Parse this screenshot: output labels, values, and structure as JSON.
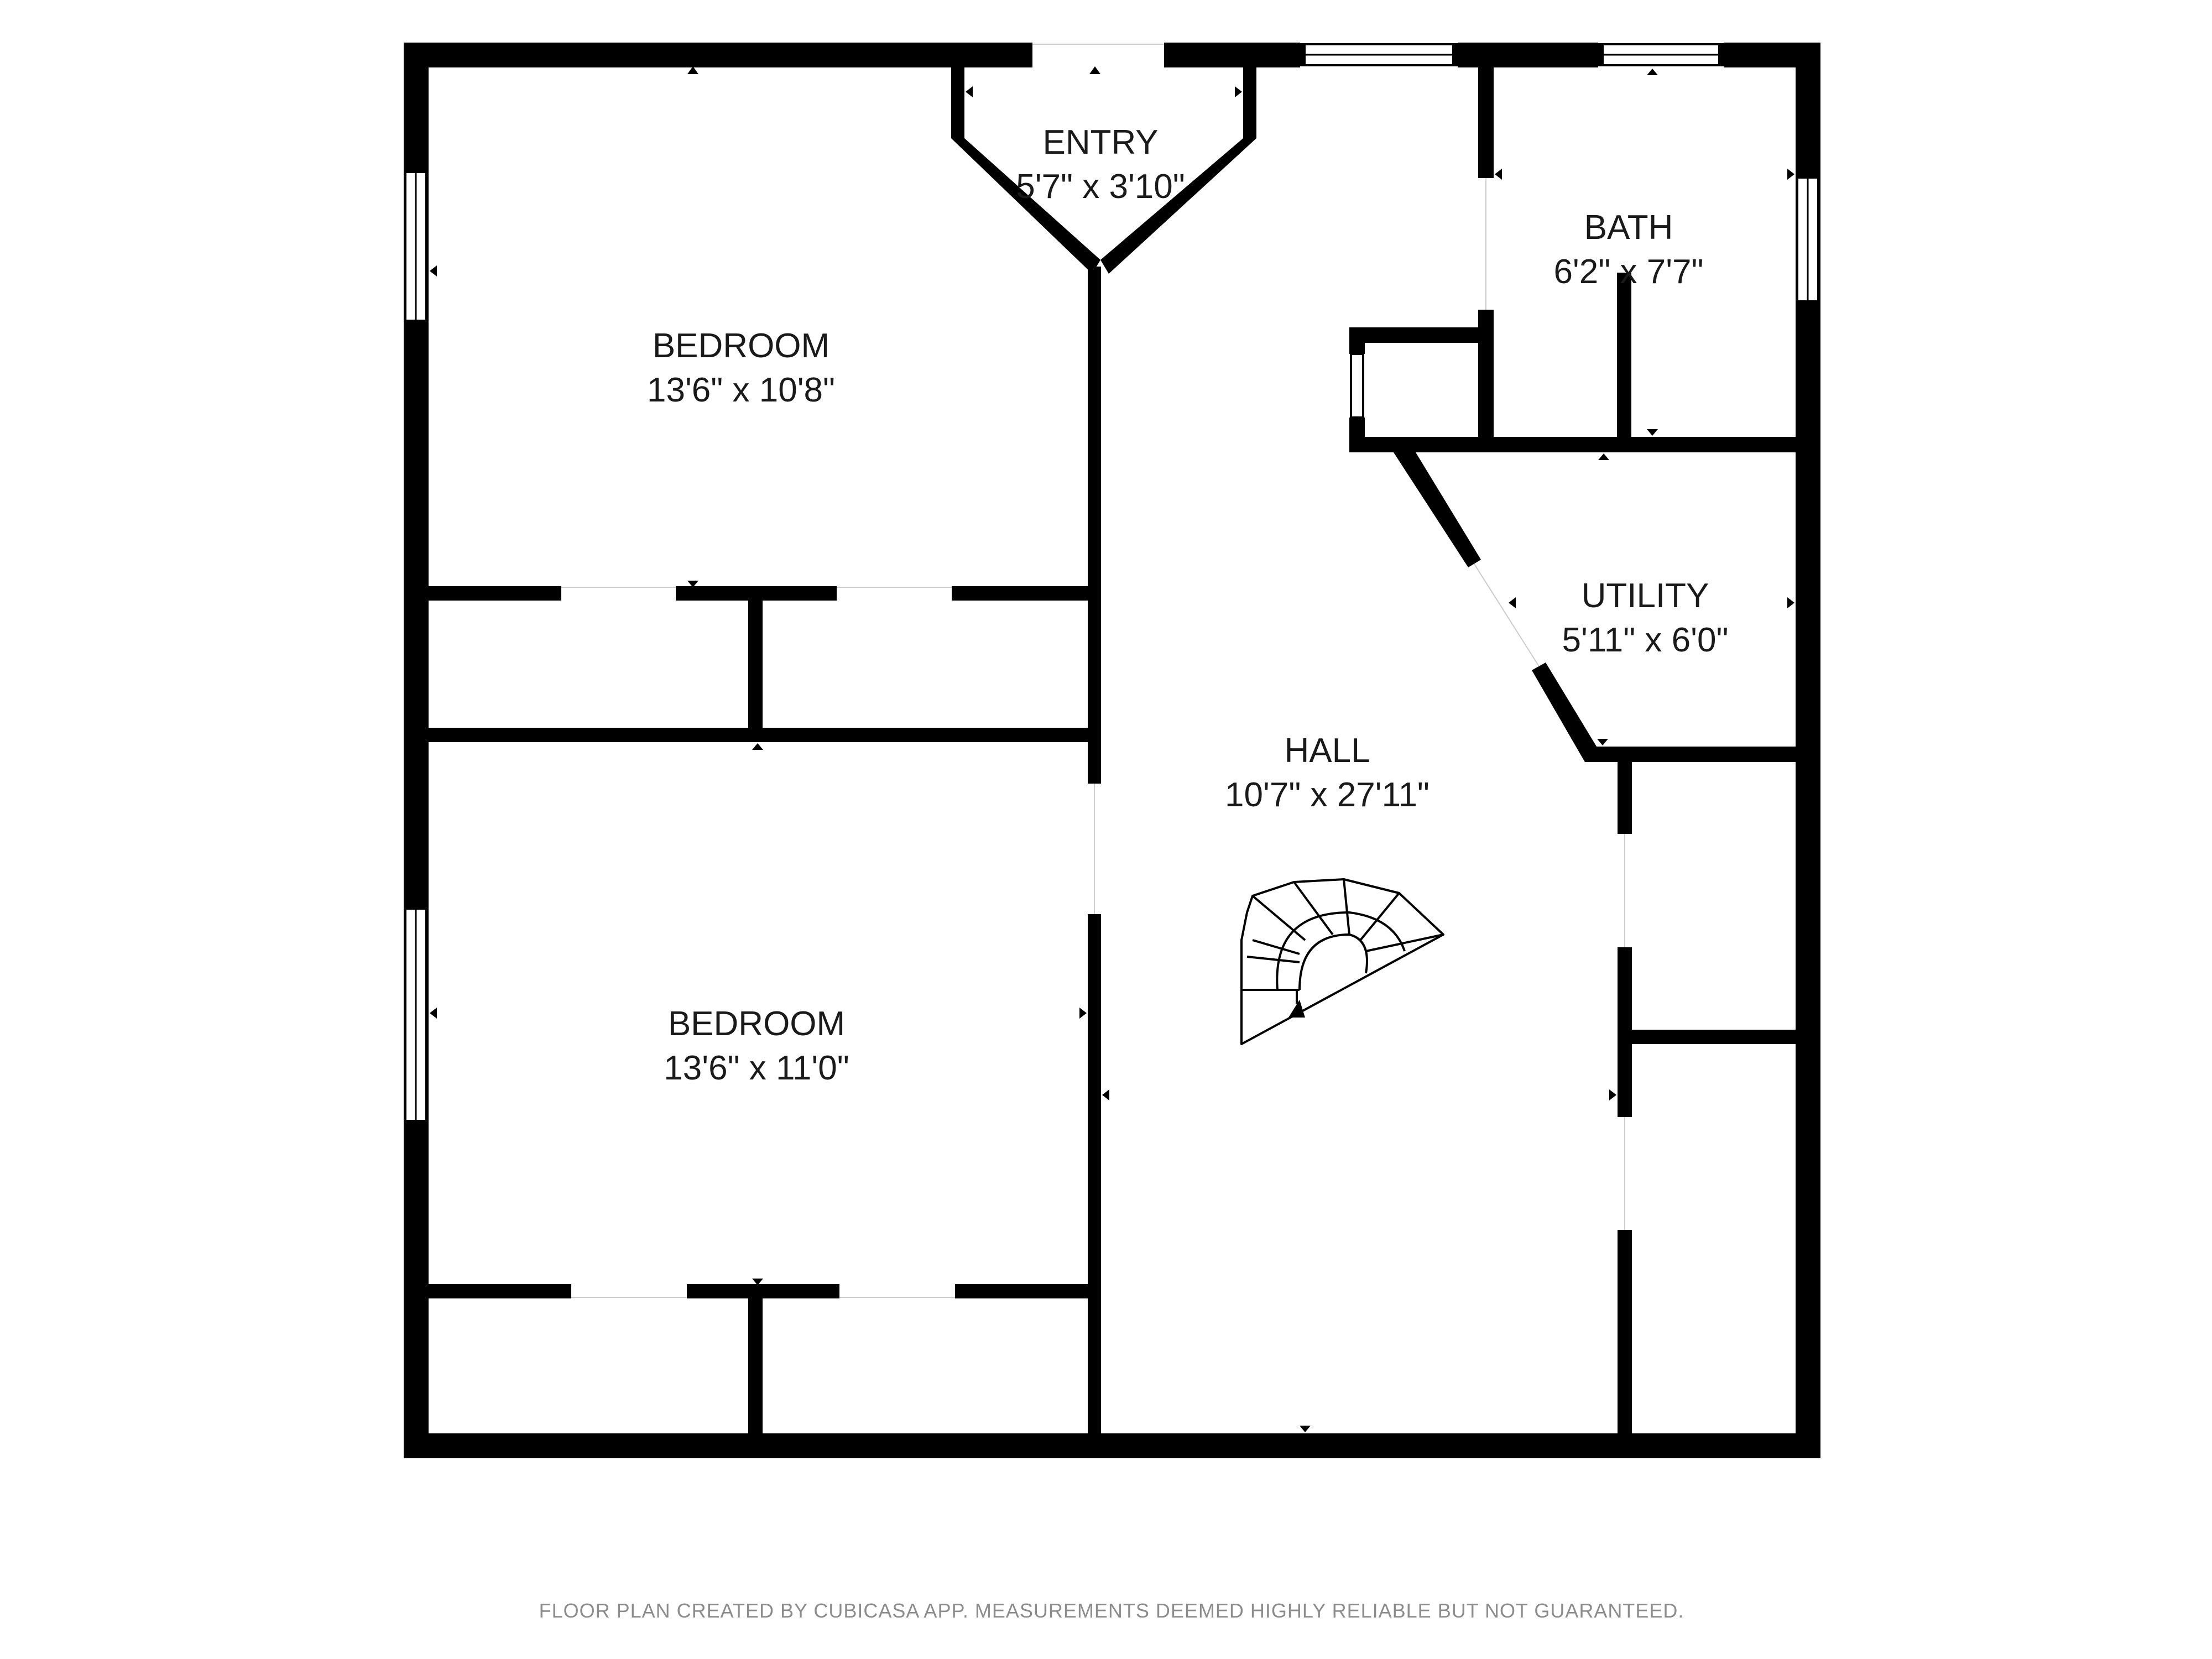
{
  "rooms": {
    "entry": {
      "name": "ENTRY",
      "dims": "5'7\" x 3'10\""
    },
    "bath": {
      "name": "BATH",
      "dims": "6'2\" x 7'7\""
    },
    "bedroom_top": {
      "name": "BEDROOM",
      "dims": "13'6\" x 10'8\""
    },
    "utility": {
      "name": "UTILITY",
      "dims": "5'11\" x 6'0\""
    },
    "hall": {
      "name": "HALL",
      "dims": "10'7\" x 27'11\""
    },
    "bedroom_bottom": {
      "name": "BEDROOM",
      "dims": "13'6\" x 11'0\""
    }
  },
  "footer": {
    "disclaimer": "FLOOR PLAN CREATED BY CUBICASA APP. MEASUREMENTS DEEMED HIGHLY RELIABLE BUT NOT GUARANTEED."
  },
  "colors": {
    "wall": "#000000",
    "background": "#ffffff",
    "footer_text": "#8c8c8c"
  },
  "icons": [
    "stair-icon",
    "door-marker-icon",
    "window-icon"
  ]
}
